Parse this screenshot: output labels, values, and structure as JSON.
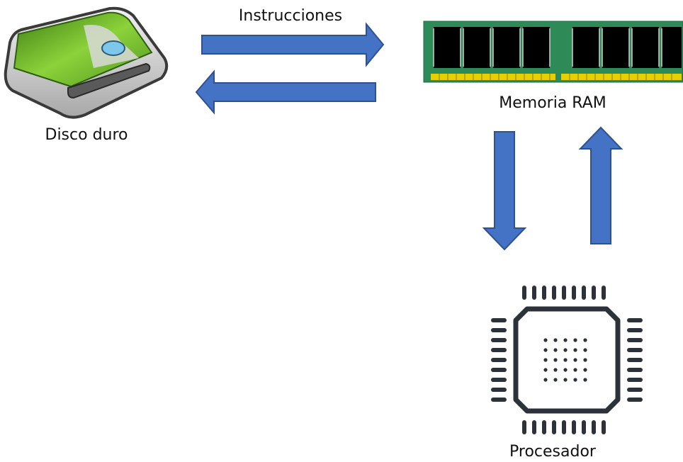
{
  "labels": {
    "arrow_top": "Instrucciones",
    "disk": "Disco duro",
    "ram": "Memoria RAM",
    "cpu": "Procesador"
  },
  "icons": {
    "disk": "hard-disk-icon",
    "ram": "ram-module-icon",
    "cpu": "processor-chip-icon"
  },
  "colors": {
    "arrow_fill": "#4472C4",
    "arrow_stroke": "#2F528F",
    "ram_board": "#2E8B57",
    "ram_chip": "#000000",
    "ram_contacts": "#E8D000",
    "disk_green": "#5FA82E",
    "cpu_stroke": "#2D3139"
  }
}
